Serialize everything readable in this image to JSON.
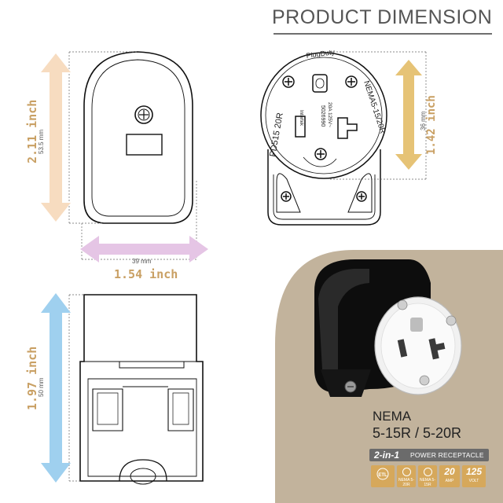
{
  "header": {
    "title": "PRODUCT DIMENSION"
  },
  "dimensions": {
    "plug_height": {
      "inch": "2.11 inch",
      "mm": "53.5 mm"
    },
    "plug_width": {
      "inch": "1.54 inch",
      "mm": "39 mm"
    },
    "face_height": {
      "inch": "1.42 inch",
      "mm": "36 mm"
    },
    "side_height": {
      "inch": "1.97 inch",
      "mm": "50 mm"
    }
  },
  "face_labels": {
    "brand": "PlugDuty",
    "rating": "20A 125V~",
    "model_left": "PD515 20R",
    "model_right": "NEMA5-15/20R",
    "code": "5026990",
    "cert": "Intertek"
  },
  "product": {
    "name": "NEMA",
    "variants": "5-15R / 5-20R",
    "badge_strong": "2-in-1",
    "badge_text": "POWER RECEPTACLE",
    "cert_items": [
      {
        "cap": "NEMA 5-20R"
      },
      {
        "cap": "NEMA 5-15R"
      },
      {
        "val": "20",
        "cap": "AMP"
      },
      {
        "val": "125",
        "cap": "VOLT"
      }
    ]
  },
  "colors": {
    "accent_gold": "#c9a064",
    "peach_arrow": "#f7dcc0",
    "gold_arrow": "#e6c376",
    "lilac_arrow": "#e5c5e5",
    "blue_arrow": "#9fd0ef",
    "panel": "#c2b39c"
  }
}
